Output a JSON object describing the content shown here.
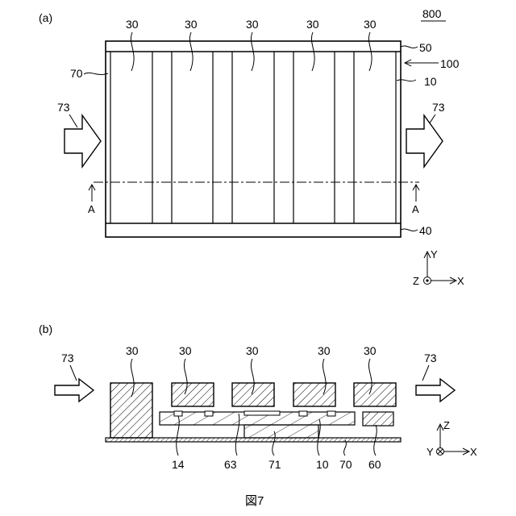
{
  "panel_a": {
    "label": "(a)",
    "ref_800": "800",
    "ref_30": "30",
    "ref_50": "50",
    "ref_100": "100",
    "ref_70": "70",
    "ref_10": "10",
    "ref_40": "40",
    "ref_73": "73",
    "section_mark": "A",
    "axis_y": "Y",
    "axis_z": "Z",
    "axis_x": "X"
  },
  "panel_b": {
    "label": "(b)",
    "ref_30": "30",
    "ref_73": "73",
    "ref_14": "14",
    "ref_63": "63",
    "ref_71": "71",
    "ref_10": "10",
    "ref_70": "70",
    "ref_60": "60",
    "axis_z": "Z",
    "axis_y": "Y",
    "axis_x": "X"
  },
  "caption": "図7"
}
